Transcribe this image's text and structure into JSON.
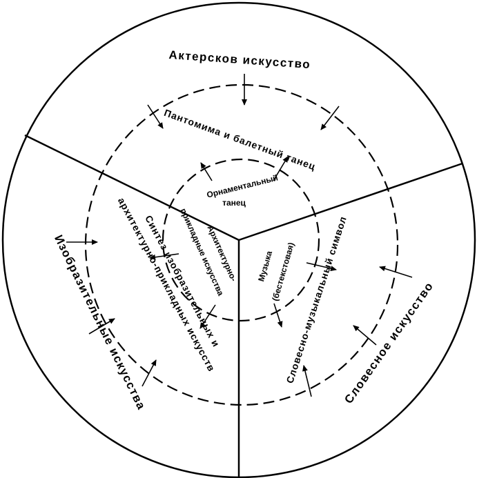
{
  "sectors": {
    "acting": "Актерсков   искусство",
    "fine": "Изобразительные   искусства",
    "verbal": "Словесное   искусство"
  },
  "middle_ring": {
    "pantomime": "Пантомима и балетный танец",
    "synthesis_1": "Синтез изобразительных и",
    "synthesis_2": "архитектурно-прикладных искусств",
    "verbal_music": "Словесно-музыкальный  символ"
  },
  "inner_ring": {
    "ornamental_1": "Орнаментальный",
    "ornamental_2": "танец",
    "architectural_1": "Архитектурно-",
    "architectural_2": "прикладные искусства",
    "music_1": "Музыка",
    "music_2": "(бестекстовая)"
  }
}
